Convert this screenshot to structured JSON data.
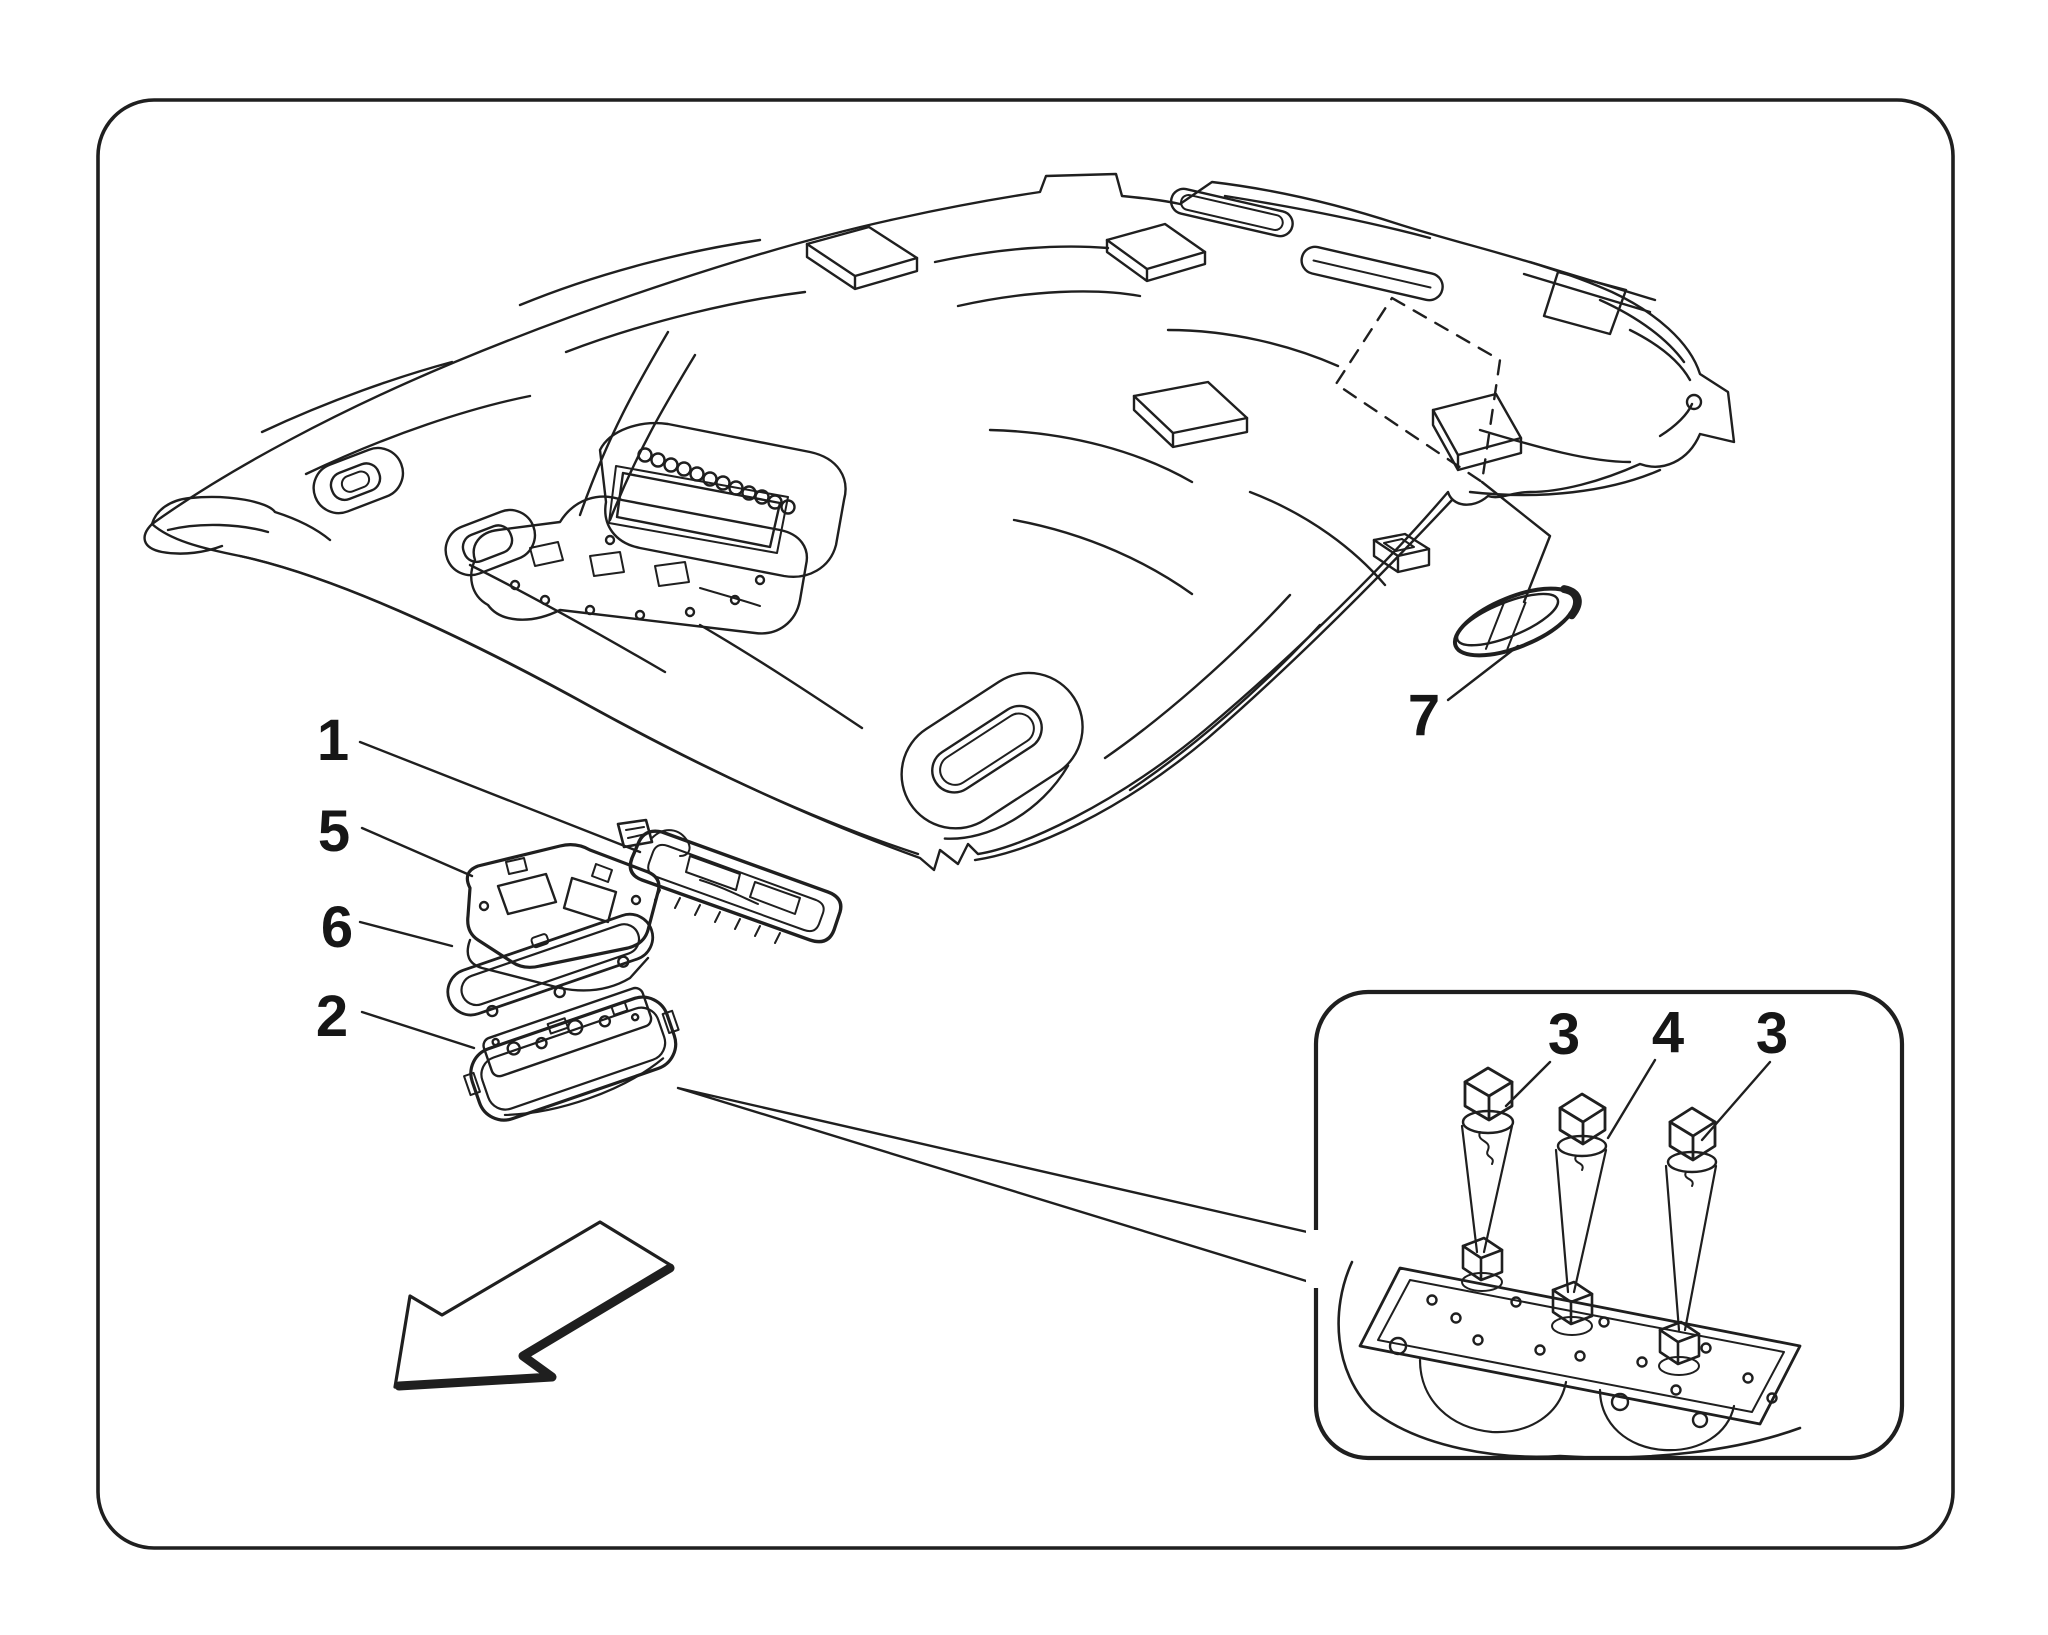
{
  "page": {
    "background": "#ffffff",
    "line_color": "#1f1f1f"
  },
  "callouts": {
    "c1": "1",
    "c5": "5",
    "c6": "6",
    "c2": "2",
    "c7": "7",
    "c3a": "3",
    "c4": "4",
    "c3b": "3"
  }
}
